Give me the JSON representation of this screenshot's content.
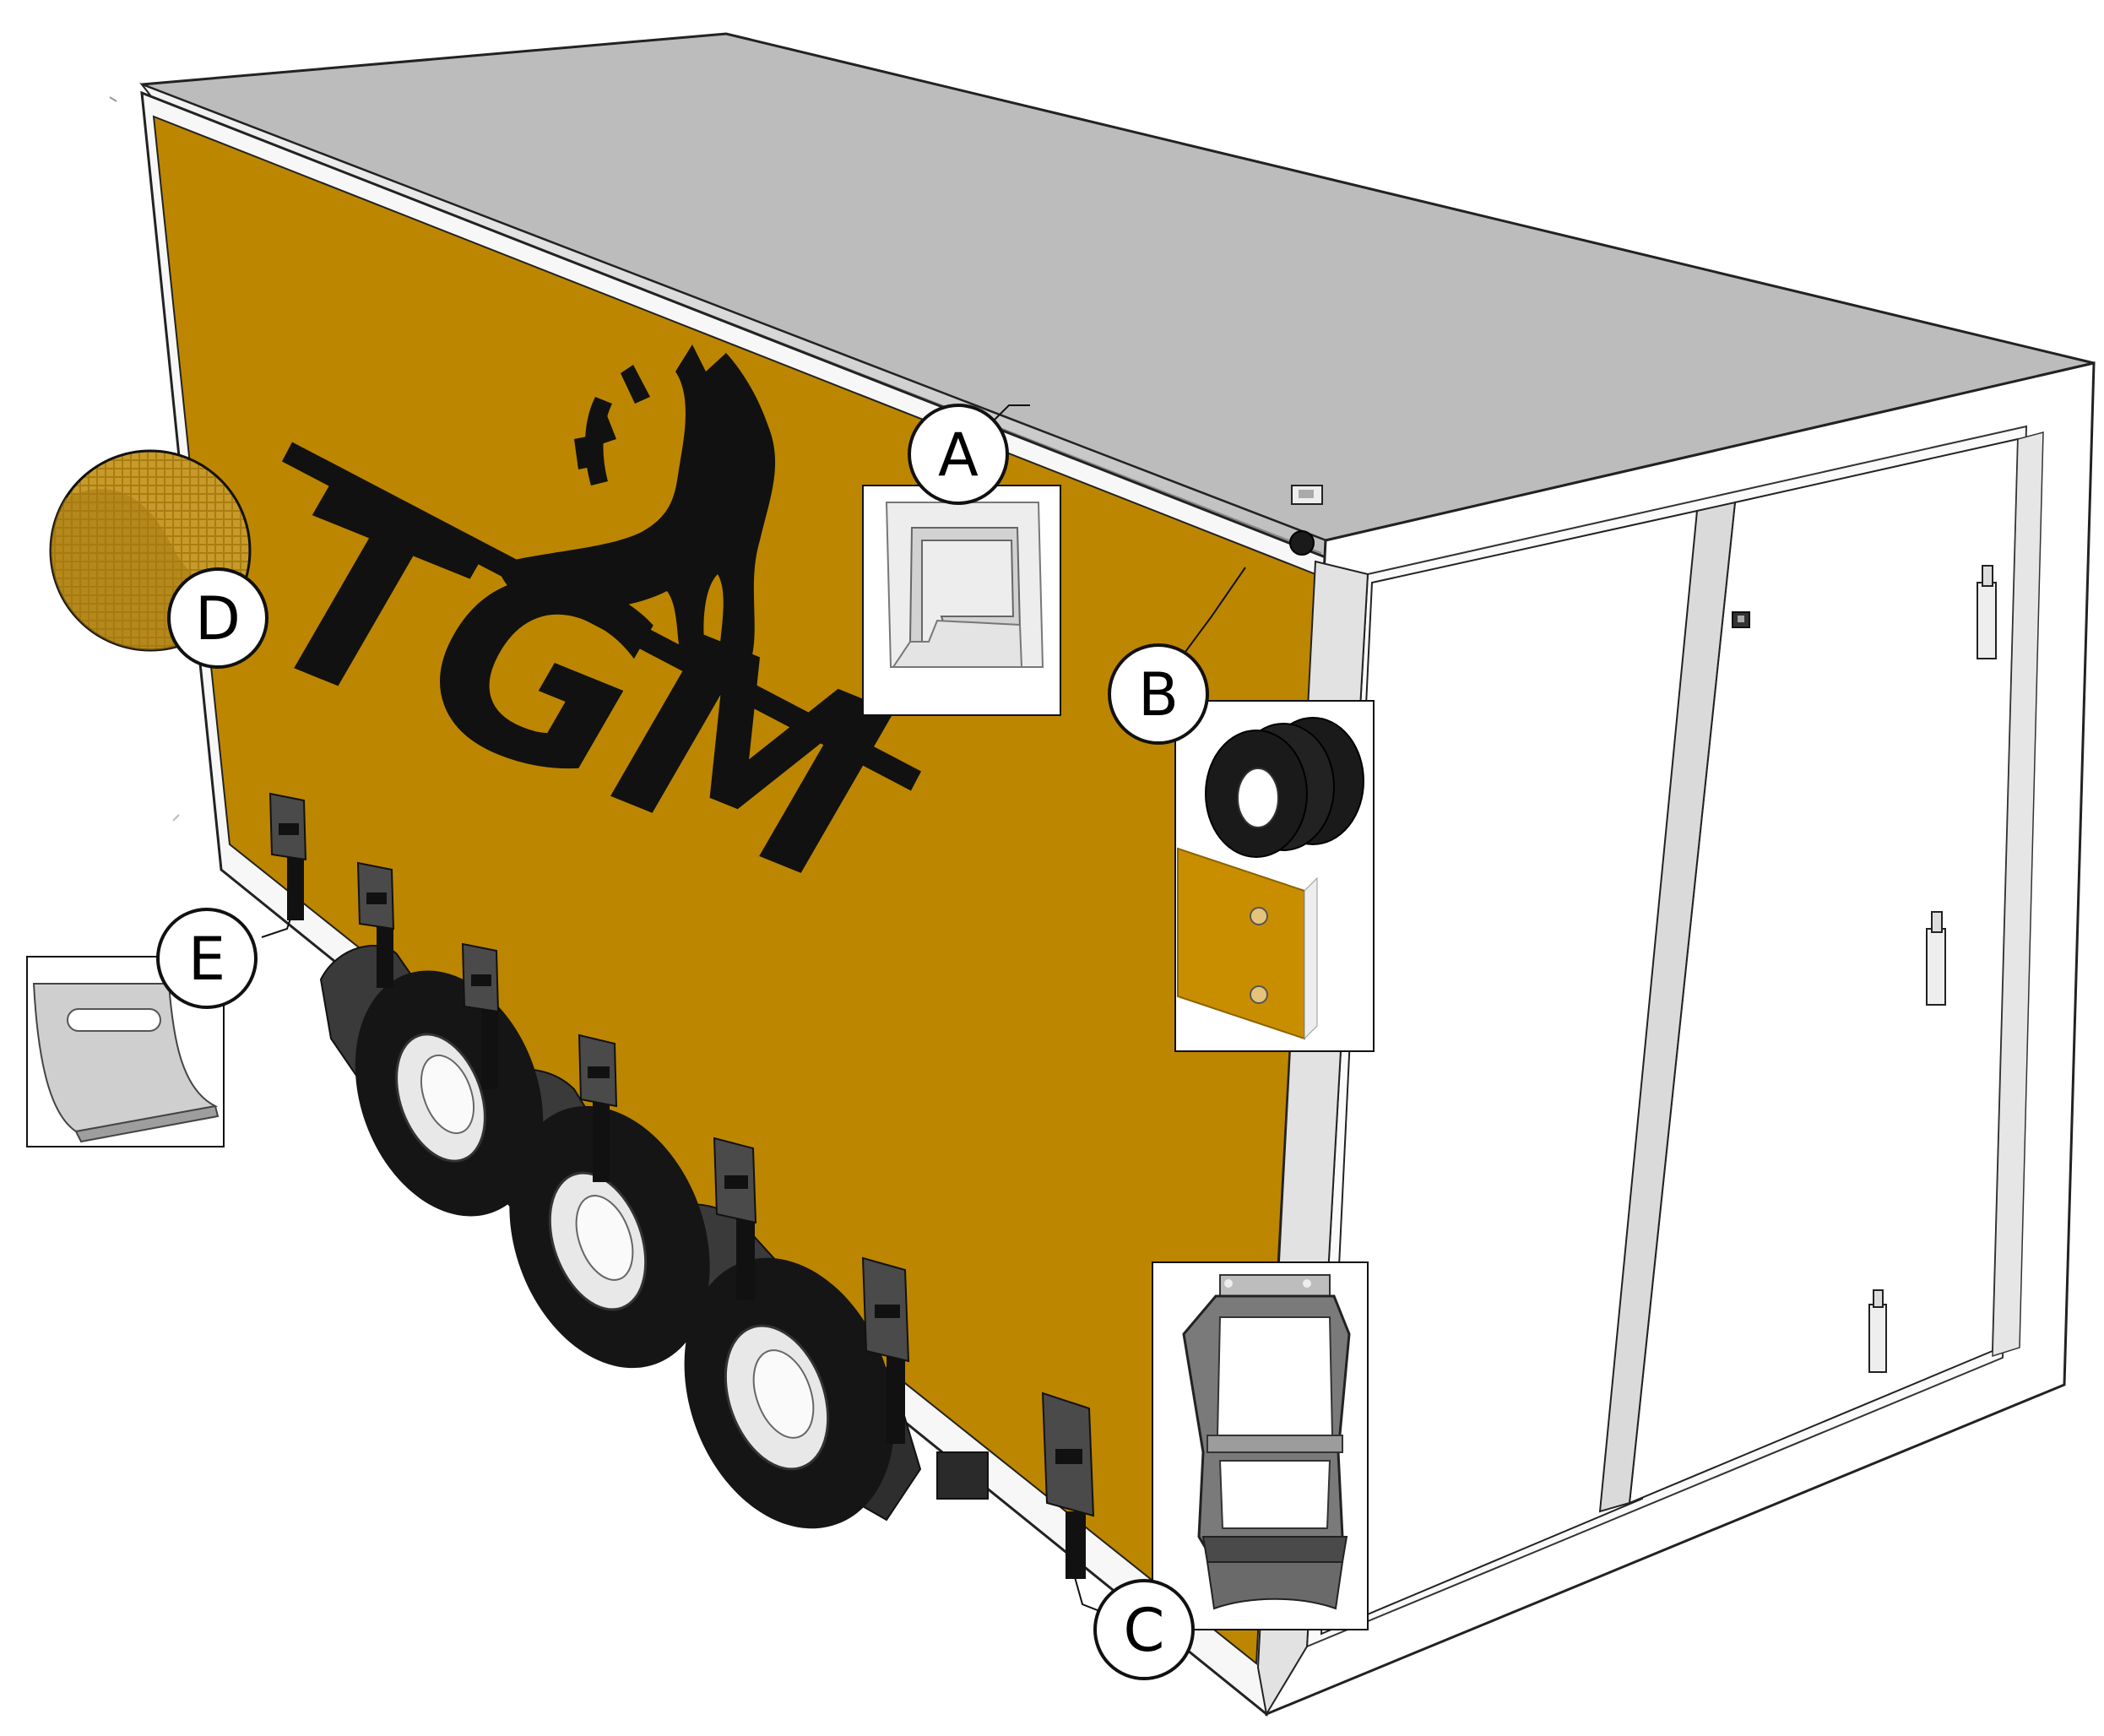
{
  "diagram": {
    "logo": {
      "text": "TGM"
    },
    "callouts": [
      {
        "id": "A",
        "label": "A"
      },
      {
        "id": "B",
        "label": "B"
      },
      {
        "id": "C",
        "label": "C"
      },
      {
        "id": "D",
        "label": "D"
      },
      {
        "id": "E",
        "label": "E"
      }
    ],
    "colors": {
      "side_panel": "#BD8600",
      "roof": "#BCBCBC",
      "frame": "#FFFFFF",
      "outline": "#222222",
      "tire": "#151515",
      "rim": "#E8E8E8",
      "fender": "#3A3A3A",
      "strap": "#111111",
      "buckle": "#4A4A4A",
      "detail_panel_bg": "#FFFFFF"
    }
  }
}
